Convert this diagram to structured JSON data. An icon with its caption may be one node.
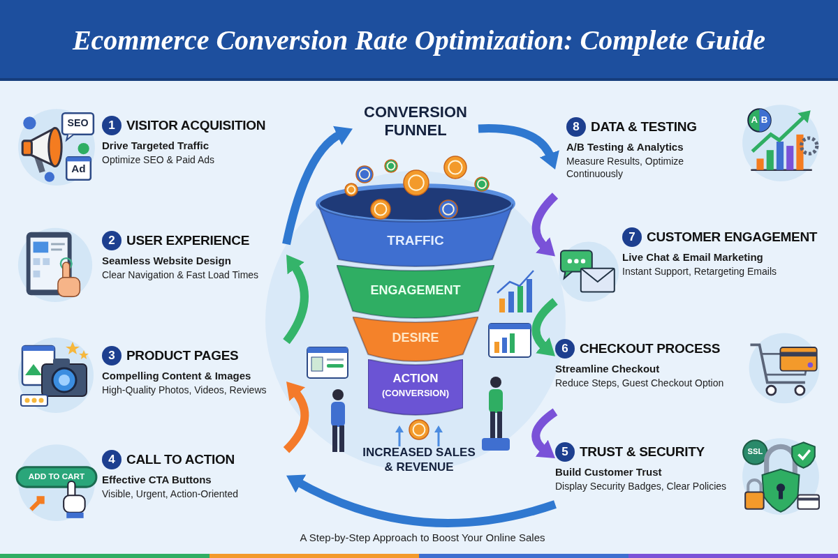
{
  "diagram": {
    "title": "Ecommerce Conversion Rate Optimization: Complete Guide",
    "caption": "A Step-by-Step Approach to Boost Your Online Sales",
    "nodes": [
      {
        "text": [
          "1",
          "VISITOR ACQUISITION",
          "Drive Targeted Traffic",
          "Optimize SEO & Paid Ads"
        ]
      },
      {
        "text": [
          "2",
          "USER EXPERIENCE",
          "Seamless Website Design",
          "Clear Navigation & Fast Load Times"
        ]
      },
      {
        "text": [
          "3",
          "PRODUCT PAGES",
          "Compelling Content & Images",
          "High-Quality Photos, Videos, Reviews"
        ]
      },
      {
        "text": [
          "4",
          "CALL TO ACTION",
          "Effective CTA Buttons",
          "Visible, Urgent, Action-Oriented"
        ]
      },
      {
        "text": [
          "CONVERSION FUNNEL"
        ]
      },
      {
        "text": [
          "TRAFFIC"
        ]
      },
      {
        "text": [
          "ENGAGEMENT"
        ]
      },
      {
        "text": [
          "DESIRE"
        ]
      },
      {
        "text": [
          "ACTION",
          "(CONVERSION)"
        ]
      },
      {
        "text": [
          "INCREASED SALES & REVENUE"
        ]
      },
      {
        "text": [
          "8",
          "DATA & TESTING",
          "A/B Testing & Analytics",
          "Measure Results, Optimize Continuously"
        ]
      },
      {
        "text": [
          "7",
          "CUSTOMER ENGAGEMENT",
          "Live Chat & Email Marketing",
          "Instant Support, Retargeting Emails"
        ]
      },
      {
        "text": [
          "6",
          "CHECKOUT PROCESS",
          "Streamline Checkout",
          "Reduce Steps, Guest Checkout Option"
        ]
      },
      {
        "text": [
          "5",
          "TRUST & SECURITY",
          "Build Customer Trust",
          "Display Security Badges, Clear Policies"
        ]
      }
    ],
    "edges": [
      {
        "from": 3,
        "to": 2,
        "arrow": "to",
        "color": "#f47a2a"
      },
      {
        "from": 2,
        "to": 1,
        "arrow": "to",
        "color": "#34b46a"
      },
      {
        "from": 1,
        "to": 4,
        "arrow": "to",
        "color": "#2f78d0"
      },
      {
        "from": 4,
        "to": 10,
        "arrow": "to",
        "color": "#2f78d0"
      },
      {
        "from": 10,
        "to": 11,
        "arrow": "to",
        "color": "#7a52d8"
      },
      {
        "from": 11,
        "to": 12,
        "arrow": "to",
        "color": "#34b46a"
      },
      {
        "from": 12,
        "to": 13,
        "arrow": "to",
        "color": "#7a52d8"
      },
      {
        "from": 13,
        "to": 3,
        "arrow": "to",
        "color": "#2f78d0"
      }
    ],
    "labels": [
      "SEO",
      "Ad",
      "ADD TO CART",
      "A",
      "B",
      "SSL"
    ]
  }
}
